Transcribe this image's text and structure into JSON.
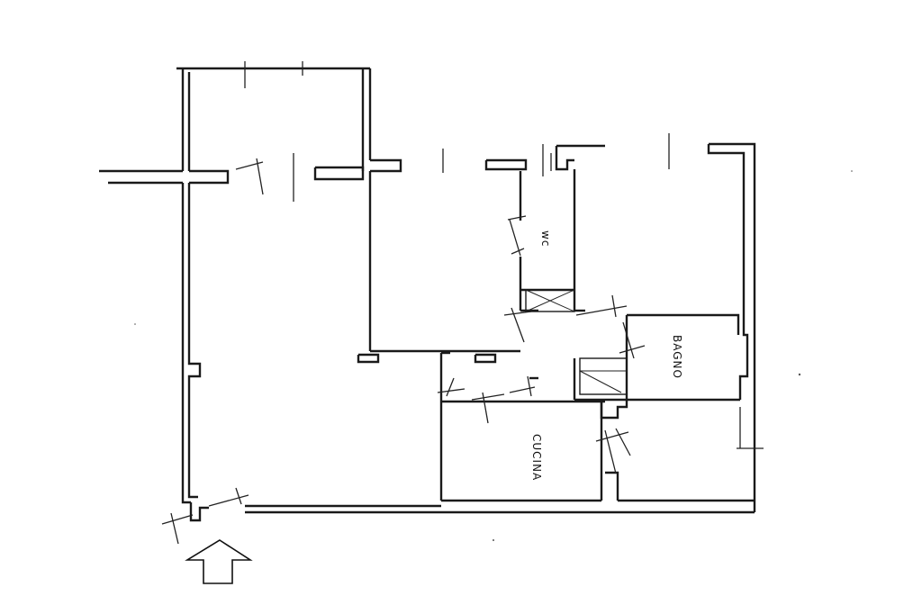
{
  "rooms": {
    "wc": "wc",
    "bagno": "BAGNO",
    "cucina": "CUCINA"
  },
  "entrance_marker": "entrance-arrow-icon"
}
